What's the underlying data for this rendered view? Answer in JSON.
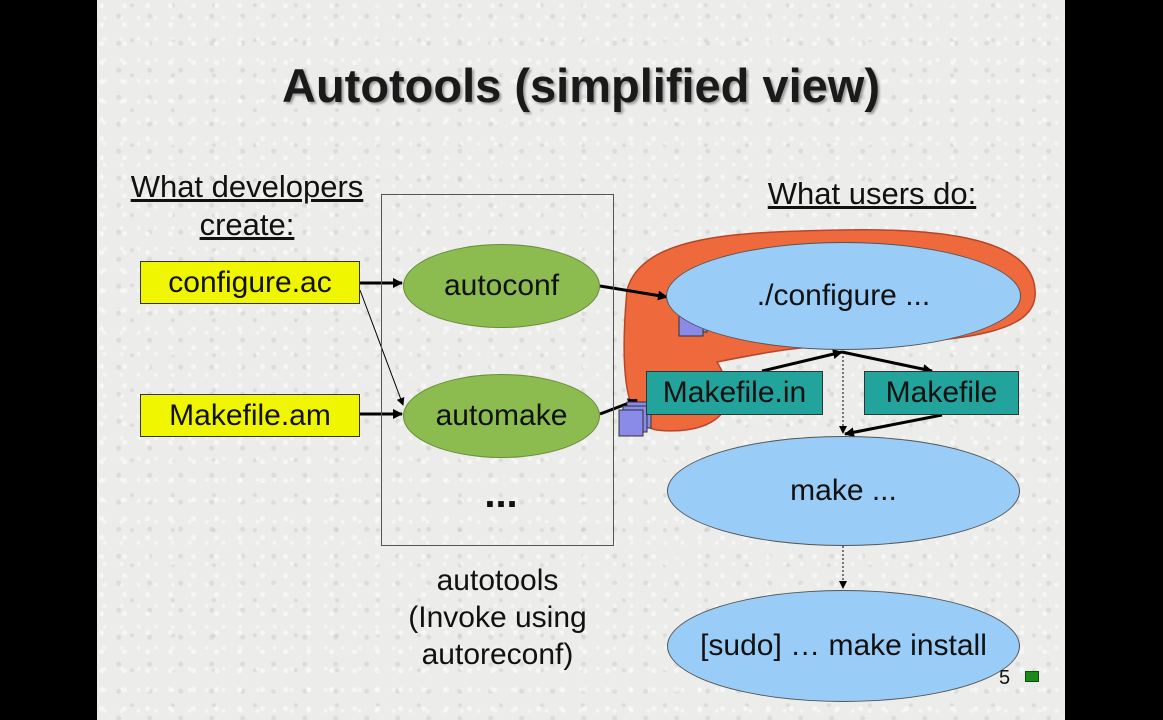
{
  "slide": {
    "title": "Autotools (simplified view)",
    "left_heading": "What developers create:",
    "right_heading": "What users do:",
    "inputs": {
      "configure_ac": "configure.ac",
      "makefile_am": "Makefile.am"
    },
    "tools": {
      "autoconf": "autoconf",
      "automake": "automake",
      "more": "..."
    },
    "caption": [
      "autotools",
      "(Invoke using",
      "autoreconf)"
    ],
    "files": {
      "makefile_in": "Makefile.in",
      "makefile": "Makefile"
    },
    "user_steps": {
      "configure": "./configure ...",
      "make": "make ...",
      "install": "[sudo] … make install"
    },
    "page_number": "5"
  },
  "colors": {
    "input_box": "#f0f500",
    "tool_ellipse": "#8cbb4f",
    "user_ellipse": "#99ccf6",
    "file_box": "#22a39c",
    "highlight_blob": "#ee6a3c",
    "file_icon": "#8a8ae8"
  }
}
